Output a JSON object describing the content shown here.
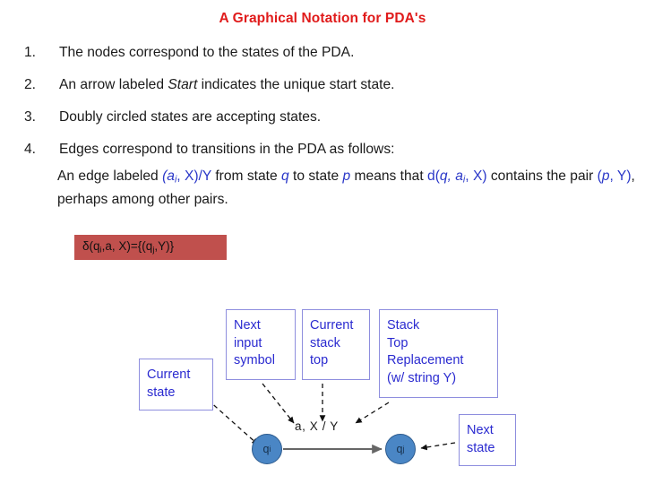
{
  "title": "A Graphical Notation for PDA's",
  "list": [
    {
      "num": "1.",
      "text": "The nodes correspond to the states of the PDA."
    },
    {
      "num": "2.",
      "text_before": "An arrow labeled ",
      "emphasis": "Start",
      "text_after": " indicates the unique start state."
    },
    {
      "num": "3.",
      "text": "Doubly circled states are accepting states."
    },
    {
      "num": "4.",
      "text": "Edges correspond to transitions in the PDA as follows:"
    }
  ],
  "paragraph": {
    "seg1": "An edge labeled ",
    "seg2_blue": "(a",
    "seg2_sub": "i",
    "seg2_blue_tail": ", X)/Y",
    "seg3": " from state ",
    "seg4_blue_italic": "q",
    "seg5": " to state ",
    "seg6_blue_italic": "p",
    "seg7": " means that ",
    "seg8_blue": "d(",
    "seg8_blue_q": "q",
    "seg8_blue_mid": ", a",
    "seg8_sub": "i",
    "seg8_blue_tail": ", X)",
    "seg9": " contains the pair ",
    "seg10_blue_open": "(",
    "seg10_blue_p": "p",
    "seg10_blue_tail": ", Y)",
    "seg11": ", perhaps among other pairs."
  },
  "delta_formula": {
    "delta": "δ(q",
    "sub1": "i",
    "mid": ",a, X)={(q",
    "sub2": "j",
    "tail": ",Y)}",
    "box_color": "#c0504d"
  },
  "diagram": {
    "callouts": [
      {
        "id": "next-input-symbol",
        "lines": [
          "Next",
          "input",
          "symbol"
        ]
      },
      {
        "id": "current-stack-top",
        "lines": [
          "Current",
          "stack",
          "top"
        ]
      },
      {
        "id": "stack-top-replacement",
        "lines": [
          "Stack",
          "Top",
          "Replacement",
          "(w/ string Y)"
        ]
      },
      {
        "id": "current-state",
        "lines": [
          "Current",
          "state"
        ]
      },
      {
        "id": "next-state",
        "lines": [
          "Next",
          "state"
        ]
      }
    ],
    "edge_label": "a, X  /  Y",
    "nodes": [
      {
        "id": "state-qi",
        "base": "q",
        "sub": "i"
      },
      {
        "id": "state-qj",
        "base": "q",
        "sub": "j"
      }
    ],
    "colors": {
      "callout_border": "#8e8ede",
      "callout_text": "#2a2ad0",
      "node_fill": "#4a86c5",
      "node_border": "#2d5b8e",
      "transition_arrow": "#666666",
      "pointer_arrow": "#111111"
    }
  }
}
